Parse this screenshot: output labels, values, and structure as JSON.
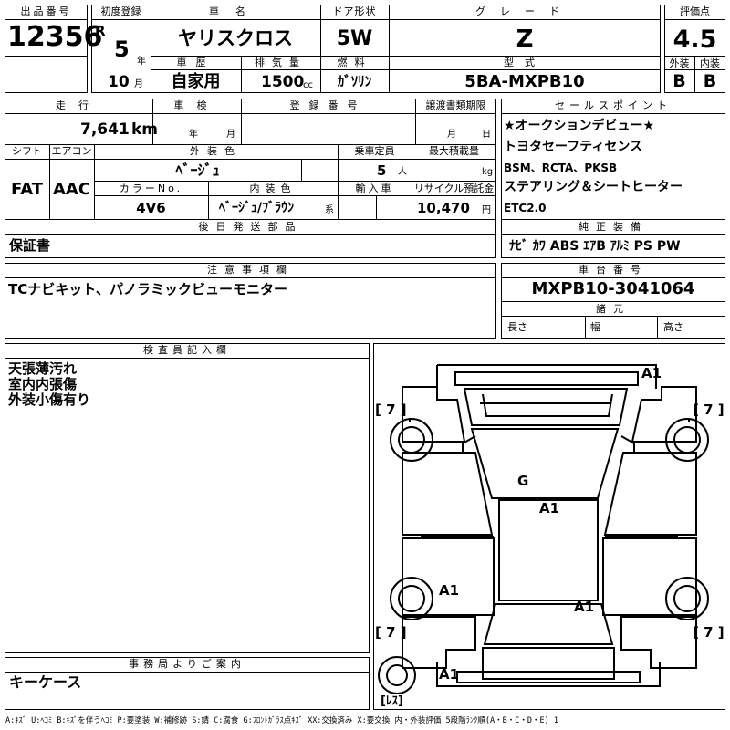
{
  "header": {
    "lot_label": "出品番号",
    "lot_number": "12356",
    "first_reg_label": "初度登録",
    "era": "R",
    "year_num": "5",
    "year_unit": "年",
    "month_num": "10",
    "month_unit": "月",
    "car_name_label": "車名",
    "car_name": "ヤリスクロス",
    "door_label": "ドア形状",
    "door": "5W",
    "grade_label": "グレード",
    "grade": "Z",
    "score_label": "評価点",
    "score": "4.5",
    "ext_label": "外装",
    "ext_grade": "B",
    "int_label": "内装",
    "int_grade": "B",
    "history_label": "車歴",
    "history": "自家用",
    "displacement_label": "排気量",
    "displacement": "1500",
    "displacement_unit": "cc",
    "fuel_label": "燃料",
    "fuel": "ｶﾞｿﾘﾝ",
    "model_label": "型式",
    "model": "5BA-MXPB10"
  },
  "row2": {
    "mileage_label": "走行",
    "mileage": "7,641",
    "mileage_unit": "km",
    "inspection_label": "車検",
    "inspection_year": "年",
    "inspection_month": "月",
    "reg_no_label": "登録番号",
    "transfer_label": "譲渡書類期限",
    "transfer_month": "月",
    "transfer_day": "日",
    "shift_label": "シフト",
    "shift": "FAT",
    "ac_label": "エアコン",
    "ac": "AAC",
    "color_label": "外装色",
    "color": "ﾍﾞｰｼﾞｭ",
    "capacity_label": "乗車定員",
    "capacity": "5",
    "capacity_unit": "人",
    "load_label": "最大積載量",
    "load_unit": "kg",
    "color_no_label": "カラーNo.",
    "color_no": "4V6",
    "interior_color_label": "内装色",
    "interior_color": "ﾍﾞｰｼﾞｭ/ﾌﾞﾗｳﾝ",
    "interior_color_unit": "系",
    "import_label": "輸入車",
    "recycle_label": "リサイクル預託金",
    "recycle": "10,470",
    "recycle_unit": "円",
    "later_label": "後日発送部品",
    "later": "保証書"
  },
  "selling": {
    "label": "セールスポイント",
    "lines": [
      "★オークションデビュー★",
      "トヨタセーフティセンス",
      "BSM、RCTA、PKSB",
      "ステアリング＆シートヒーター",
      "ETC2.0"
    ],
    "equip_label": "純正装備",
    "equipment": "ﾅﾋﾞ ｶﾜ ABS ｴｱB ｱﾙﾐ PS PW"
  },
  "caution": {
    "label": "注意事項欄",
    "text": "TCナビキット、パノラミックビューモニター"
  },
  "frame": {
    "label": "車台番号",
    "number": "MXPB10-3041064",
    "spec_label": "諸元",
    "length": "長さ",
    "width": "幅",
    "height": "高さ"
  },
  "inspector": {
    "label": "検査員記入欄",
    "lines": [
      "天張薄汚れ",
      "室内内張傷",
      "外装小傷有り"
    ]
  },
  "office": {
    "label": "事務局よりご案内",
    "text": "キーケース"
  },
  "diagram": {
    "marks": [
      "A1",
      "G",
      "A1",
      "A1",
      "A1",
      "A1"
    ],
    "tires": [
      "[ 7 ]",
      "[ 7 ]",
      "[ 7 ]",
      "[ 7 ]"
    ],
    "spare": "[ﾚｽ]"
  },
  "legend": "A:ｷｽﾞ U:ﾍｺﾐ B:ｷｽﾞを伴うﾍｺﾐ P:要塗装 W:補修跡 S:錆 C:腐食 G:ﾌﾛﾝﾄｶﾞﾗｽ点ｷｽﾞ XX:交換済み X:要交換  内・外装評価 5段階ﾗﾝｸ順(A・B・C・D・E) 1"
}
